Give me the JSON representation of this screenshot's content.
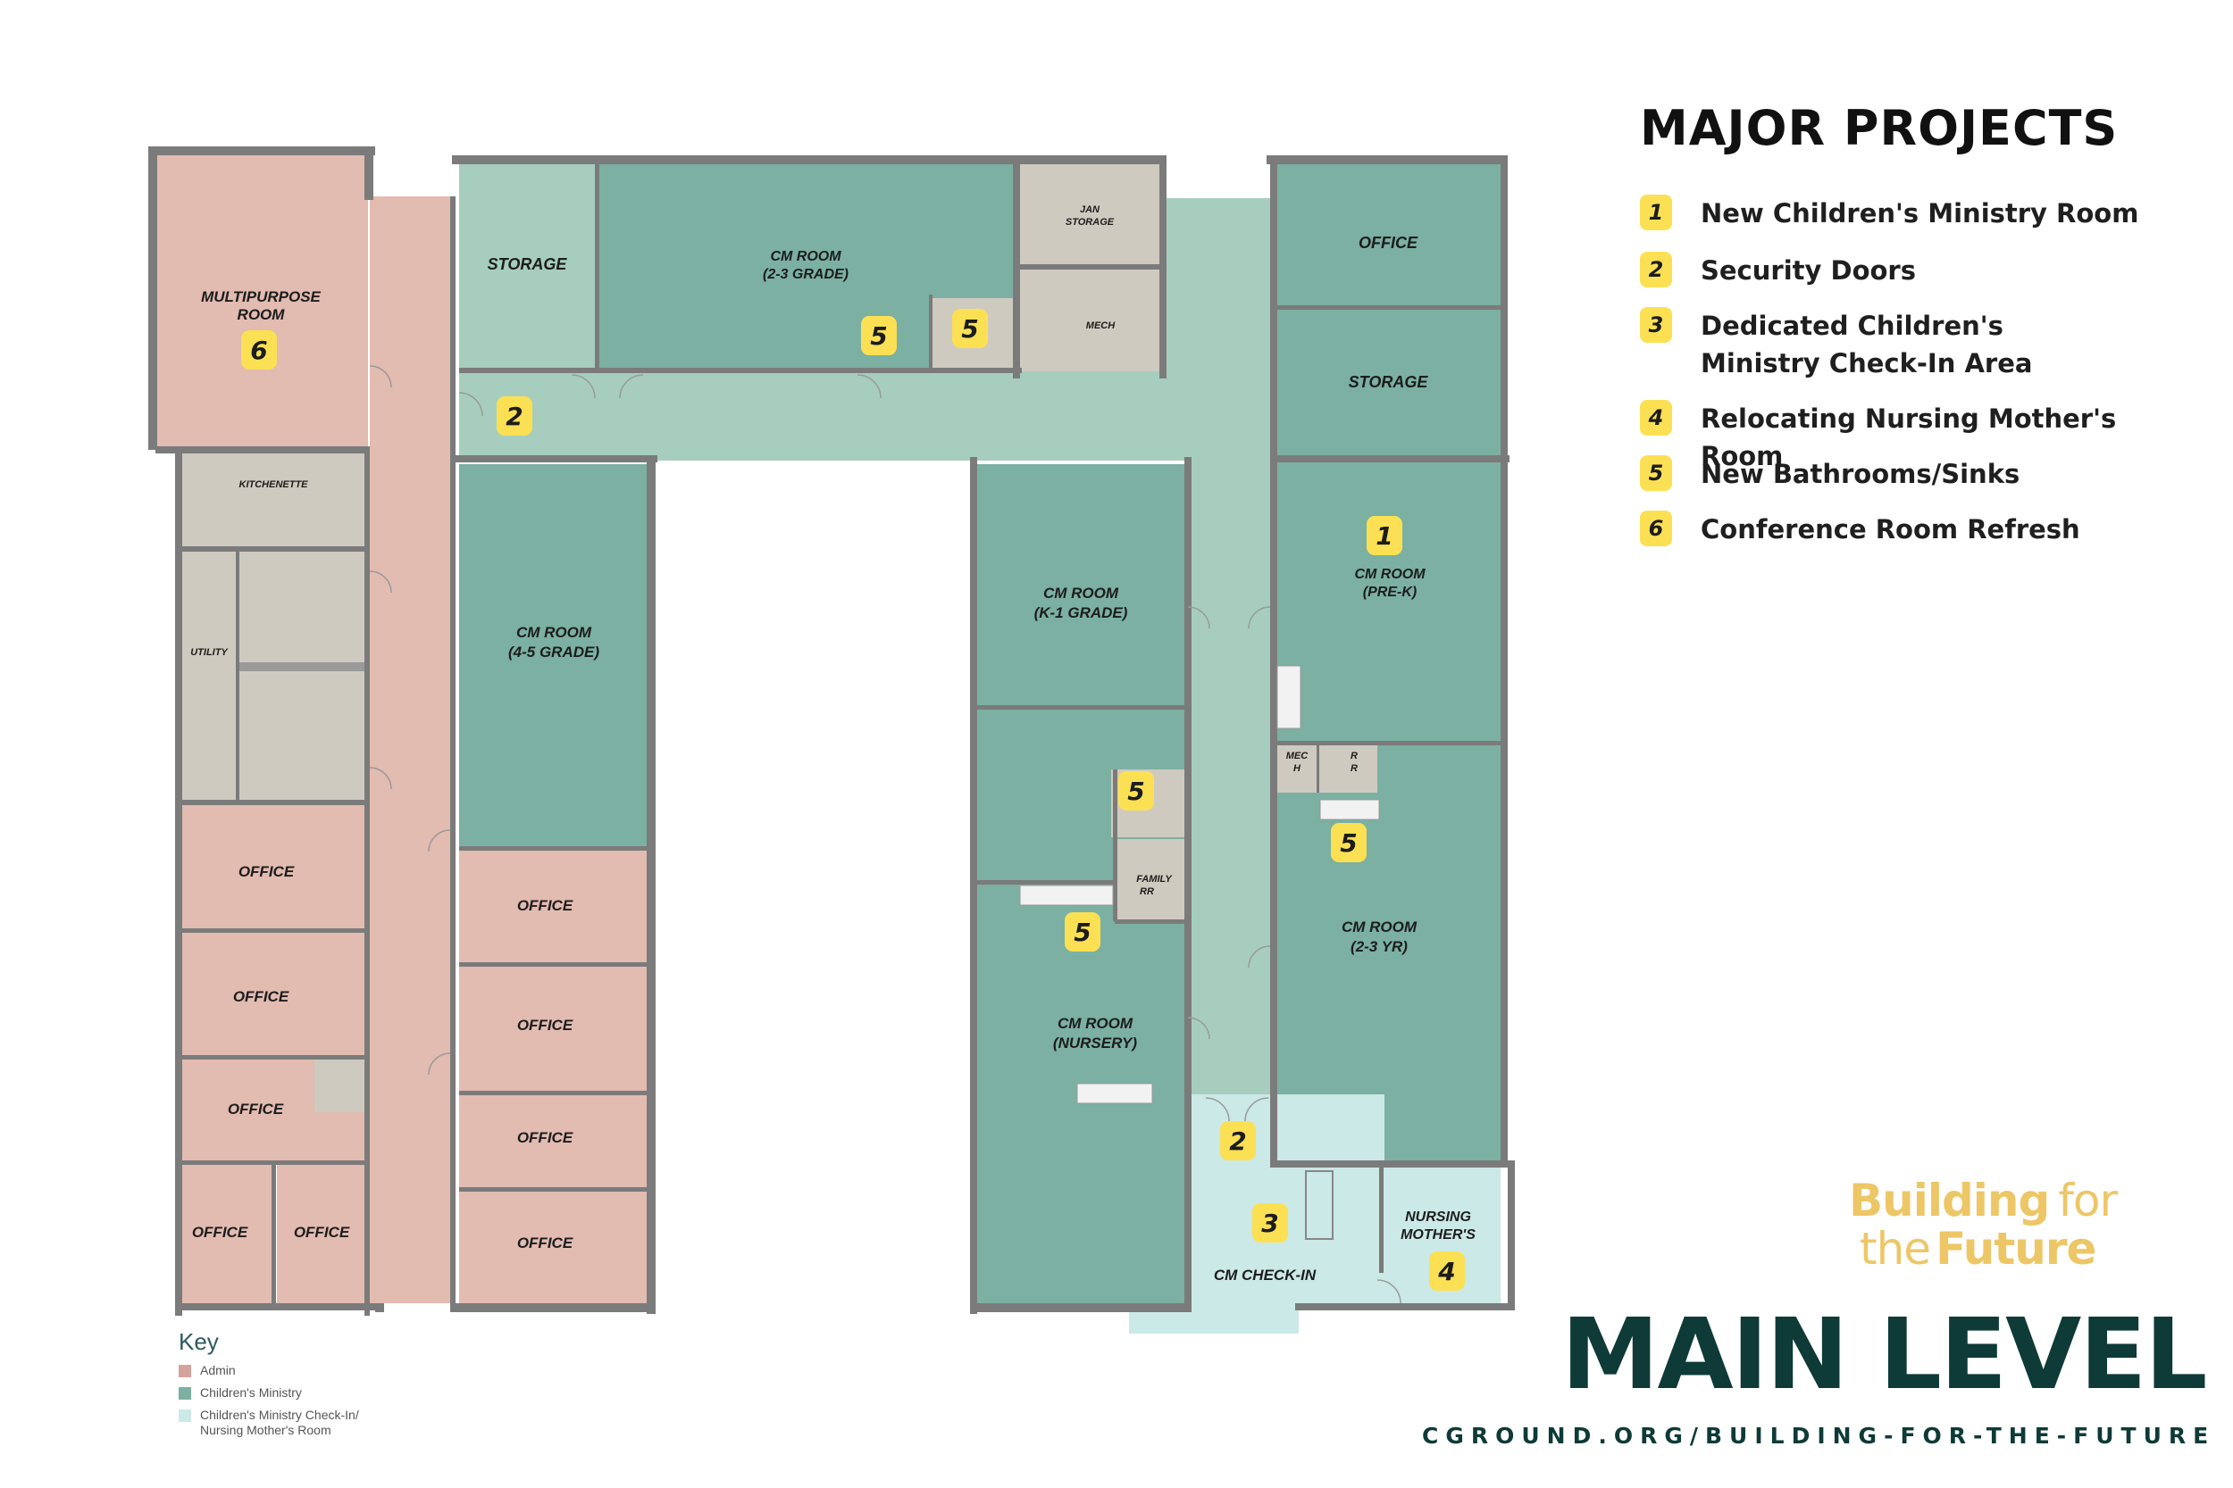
{
  "colors": {
    "admin": "#e2bbb1",
    "childrens_ministry": "#7bb0a2",
    "corridor": "#a6cdbd",
    "checkin": "#cbe9e6",
    "service": "#cfcac0",
    "wall": "#7b7b7b",
    "badge": "#fce054",
    "heading_dark": "#0e3a37",
    "gold": "#edc666"
  },
  "rooms": {
    "multipurpose": "MULTIPURPOSE ROOM",
    "storage_north": "STORAGE",
    "cm_2_3_grade": "CM ROOM (2-3 GRADE)",
    "jan_storage": "JAN STORAGE",
    "mech_north": "MECH",
    "office_ne": "OFFICE",
    "storage_ne": "STORAGE",
    "kitchenette": "KITCHENETTE",
    "utility": "UTILITY",
    "cm_4_5_grade": "CM ROOM (4-5 GRADE)",
    "cm_k1_grade": "CM ROOM (K-1 GRADE)",
    "cm_prek": "CM ROOM (PRE-K)",
    "mech_h": "MEC H",
    "rr": "R R",
    "family_rr": "FAMILY RR",
    "cm_nursery": "CM ROOM (NURSERY)",
    "cm_2_3_yr": "CM ROOM (2-3 YR)",
    "cm_checkin": "CM CHECK-IN",
    "nursing": "NURSING MOTHER'S",
    "offices_left": [
      "OFFICE",
      "OFFICE",
      "OFFICE",
      "OFFICE",
      "OFFICE"
    ],
    "offices_center": [
      "OFFICE",
      "OFFICE",
      "OFFICE",
      "OFFICE"
    ]
  },
  "badges": [
    "6",
    "2",
    "5",
    "5",
    "1",
    "5",
    "5",
    "5",
    "2",
    "3",
    "4"
  ],
  "legend": {
    "title": "MAJOR PROJECTS",
    "items": [
      {
        "num": "1",
        "text": "New Children's Ministry Room"
      },
      {
        "num": "2",
        "text": "Security Doors"
      },
      {
        "num": "3",
        "text": "Dedicated Children's Ministry Check-In Area"
      },
      {
        "num": "4",
        "text": "Relocating Nursing Mother's Room"
      },
      {
        "num": "5",
        "text": "New Bathrooms/Sinks"
      },
      {
        "num": "6",
        "text": "Conference Room Refresh"
      }
    ]
  },
  "key": {
    "title": "Key",
    "items": [
      {
        "label": "Admin",
        "color": "#d5a39c"
      },
      {
        "label": "Children's Ministry",
        "color": "#7bb0a2"
      },
      {
        "label": "Children's Ministry Check-In/\nNursing Mother's Room",
        "color": "#cbe9e6"
      }
    ]
  },
  "branding": {
    "line1_a": "Building",
    "line1_b": "for",
    "line2_a": "the",
    "line2_b": "Future",
    "title": "MAIN LEVEL",
    "url": "CGROUND.ORG/BUILDING-FOR-THE-FUTURE"
  }
}
